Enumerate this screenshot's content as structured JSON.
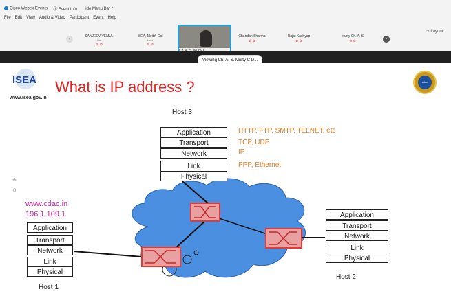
{
  "app": {
    "title": "Cisco Webex Events",
    "event_info": "Event Info",
    "hide_menu_bar": "Hide Menu Bar ^"
  },
  "menu": [
    "File",
    "Edit",
    "View",
    "Audio & Video",
    "Participant",
    "Event",
    "Help"
  ],
  "participants": [
    {
      "name": "SANJEEV VEMUL",
      "sub": "Me"
    },
    {
      "name": "ISEA, MeitY, Gol",
      "sub": "Host"
    },
    {
      "name": "Ch. A. S. Murty C...",
      "sub": ""
    },
    {
      "name": "Chandan Sharma",
      "sub": ""
    },
    {
      "name": "Rajat Kashyap",
      "sub": ""
    },
    {
      "name": "Murty Ch. A. S",
      "sub": ""
    }
  ],
  "layout_label": "Layout",
  "viewing_label": "Viewing Ch. A. S. Murty C-D...",
  "slide": {
    "logo_text": "ISEA",
    "site": "www.isea.gov.in",
    "title": "What is IP address ?",
    "badge_text": "cdac",
    "host3": {
      "label": "Host 3",
      "layers": [
        "Application",
        "Transport",
        "Network",
        "Link",
        "Physical"
      ],
      "protocols": [
        "HTTP, FTP, SMTP, TELNET, etc",
        "TCP, UDP",
        "IP",
        "PPP, Ethernet"
      ]
    },
    "host1": {
      "label": "Host 1",
      "url": "www.cdac.in",
      "ip": "196.1.109.1",
      "layers": [
        "Application",
        "Transport",
        "Network",
        "Link",
        "Physical"
      ]
    },
    "host2": {
      "label": "Host 2",
      "layers": [
        "Application",
        "Transport",
        "Network",
        "Link",
        "Physical"
      ]
    }
  },
  "colors": {
    "title": "#e02424",
    "protocols": "#e67e22",
    "cdac": "#c02aa0",
    "cloud": "#4a8fe0",
    "router": "#e53935"
  }
}
